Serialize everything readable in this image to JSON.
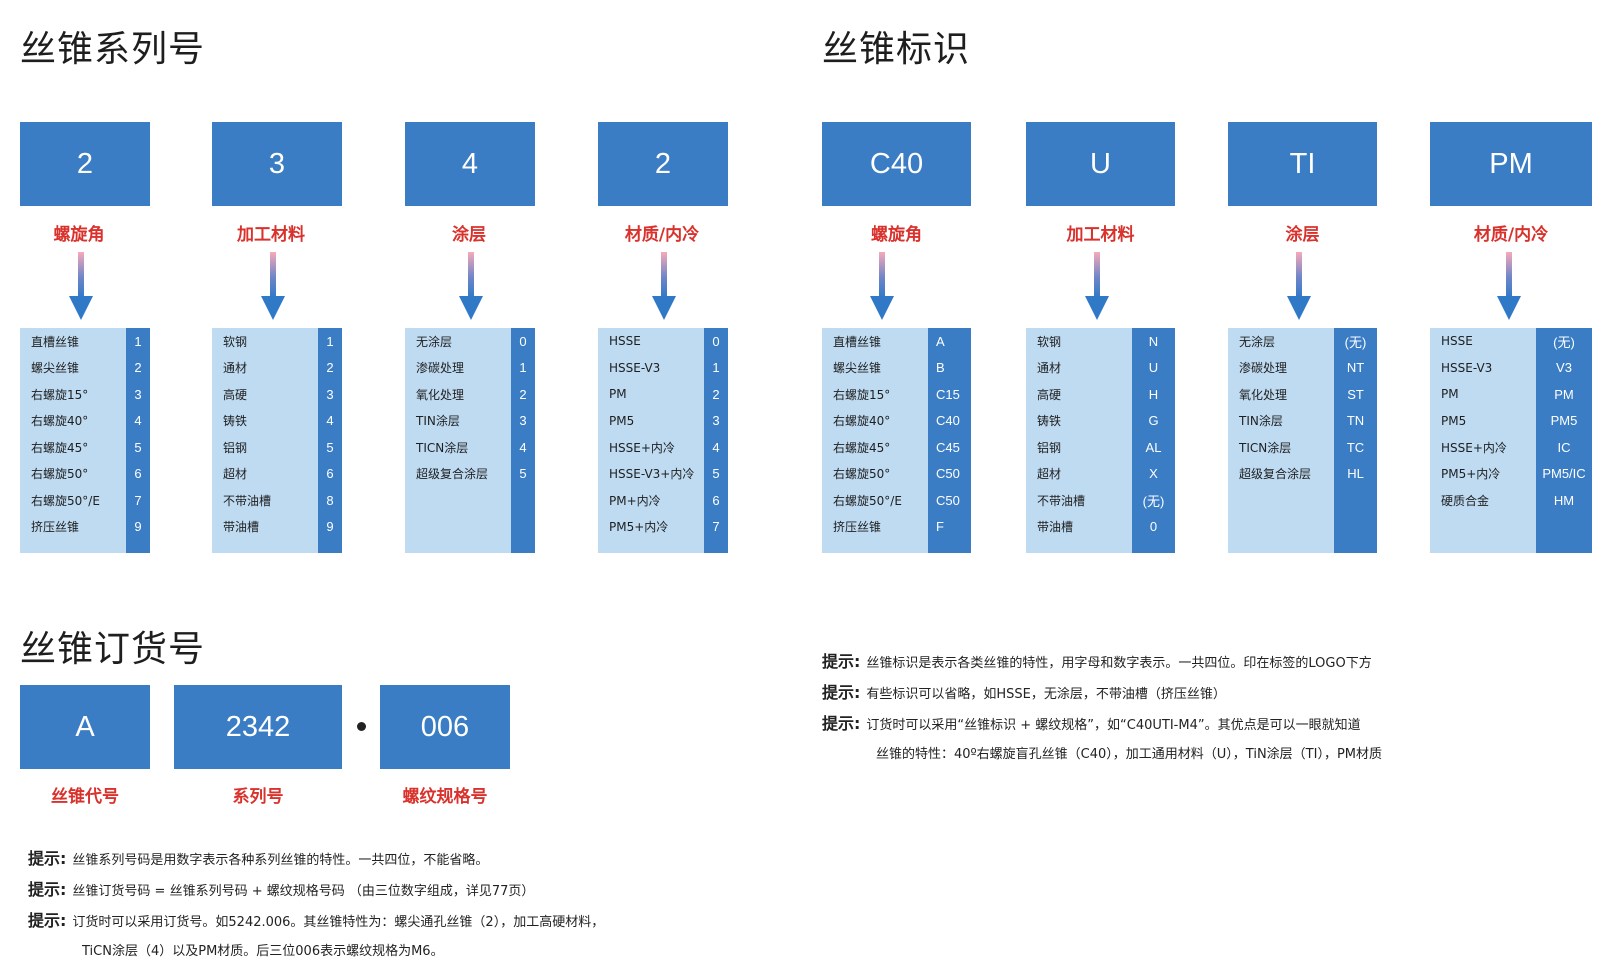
{
  "series": {
    "title": "丝锥系列号",
    "columns": [
      {
        "code": "2",
        "caption": "螺旋角",
        "rows": [
          {
            "label": "直槽丝锥",
            "code": "1"
          },
          {
            "label": "螺尖丝锥",
            "code": "2"
          },
          {
            "label": "右螺旋15°",
            "code": "3"
          },
          {
            "label": "右螺旋40°",
            "code": "4"
          },
          {
            "label": "右螺旋45°",
            "code": "5"
          },
          {
            "label": "右螺旋50°",
            "code": "6"
          },
          {
            "label": "右螺旋50°/E",
            "code": "7"
          },
          {
            "label": "挤压丝锥",
            "code": "9"
          }
        ]
      },
      {
        "code": "3",
        "caption": "加工材料",
        "rows": [
          {
            "label": "软钢",
            "code": "1"
          },
          {
            "label": "通材",
            "code": "2"
          },
          {
            "label": "高硬",
            "code": "3"
          },
          {
            "label": "铸铁",
            "code": "4"
          },
          {
            "label": "铝钢",
            "code": "5"
          },
          {
            "label": "超材",
            "code": "6"
          },
          {
            "label": "不带油槽",
            "code": "8"
          },
          {
            "label": "带油槽",
            "code": "9"
          }
        ]
      },
      {
        "code": "4",
        "caption": "涂层",
        "rows": [
          {
            "label": "无涂层",
            "code": "0"
          },
          {
            "label": "渗碳处理",
            "code": "1"
          },
          {
            "label": "氧化处理",
            "code": "2"
          },
          {
            "label": "TIN涂层",
            "code": "3"
          },
          {
            "label": "TICN涂层",
            "code": "4"
          },
          {
            "label": "超级复合涂层",
            "code": "5"
          }
        ]
      },
      {
        "code": "2",
        "caption": "材质/内冷",
        "rows": [
          {
            "label": "HSSE",
            "code": "0"
          },
          {
            "label": "HSSE-V3",
            "code": "1"
          },
          {
            "label": "PM",
            "code": "2"
          },
          {
            "label": "PM5",
            "code": "3"
          },
          {
            "label": "HSSE+内冷",
            "code": "4"
          },
          {
            "label": "HSSE-V3+内冷",
            "code": "5"
          },
          {
            "label": "PM+内冷",
            "code": "6"
          },
          {
            "label": "PM5+内冷",
            "code": "7"
          }
        ]
      }
    ]
  },
  "marking": {
    "title": "丝锥标识",
    "columns": [
      {
        "code": "C40",
        "caption": "螺旋角",
        "rows": [
          {
            "label": "直槽丝锥",
            "code": "A"
          },
          {
            "label": "螺尖丝锥",
            "code": "B"
          },
          {
            "label": "右螺旋15°",
            "code": "C15"
          },
          {
            "label": "右螺旋40°",
            "code": "C40"
          },
          {
            "label": "右螺旋45°",
            "code": "C45"
          },
          {
            "label": "右螺旋50°",
            "code": "C50"
          },
          {
            "label": "右螺旋50°/E",
            "code": "C50"
          },
          {
            "label": "挤压丝锥",
            "code": "F"
          }
        ]
      },
      {
        "code": "U",
        "caption": "加工材料",
        "rows": [
          {
            "label": "软钢",
            "code": "N"
          },
          {
            "label": "通材",
            "code": "U"
          },
          {
            "label": "高硬",
            "code": "H"
          },
          {
            "label": "铸铁",
            "code": "G"
          },
          {
            "label": "铝钢",
            "code": "AL"
          },
          {
            "label": "超材",
            "code": "X"
          },
          {
            "label": "不带油槽",
            "code": "(无)"
          },
          {
            "label": "带油槽",
            "code": "0"
          }
        ]
      },
      {
        "code": "TI",
        "caption": "涂层",
        "rows": [
          {
            "label": "无涂层",
            "code": "(无)"
          },
          {
            "label": "渗碳处理",
            "code": "NT"
          },
          {
            "label": "氧化处理",
            "code": "ST"
          },
          {
            "label": "TIN涂层",
            "code": "TN"
          },
          {
            "label": "TICN涂层",
            "code": "TC"
          },
          {
            "label": "超级复合涂层",
            "code": "HL"
          }
        ]
      },
      {
        "code": "PM",
        "caption": "材质/内冷",
        "rows": [
          {
            "label": "HSSE",
            "code": "(无)"
          },
          {
            "label": "HSSE-V3",
            "code": "V3"
          },
          {
            "label": "PM",
            "code": "PM"
          },
          {
            "label": "PM5",
            "code": "PM5"
          },
          {
            "label": "HSSE+内冷",
            "code": "IC"
          },
          {
            "label": "PM5+内冷",
            "code": "PM5/IC"
          },
          {
            "label": "硬质合金",
            "code": "HM"
          }
        ]
      }
    ]
  },
  "order": {
    "title": "丝锥订货号",
    "boxes": [
      {
        "code": "A",
        "caption": "丝锥代号"
      },
      {
        "code": "2342",
        "caption": "系列号"
      },
      {
        "code": "006",
        "caption": "螺纹规格号"
      }
    ]
  },
  "tips_left": {
    "key": "提示:",
    "t1": "丝锥系列号码是用数字表示各种系列丝锥的特性。一共四位，不能省略。",
    "t2": "丝锥订货号码 =  丝锥系列号码 + 螺纹规格号码 （由三位数字组成，详见77页）",
    "t3": "订货时可以采用订货号。如5242.006。其丝锥特性为：螺尖通孔丝锥（2），加工高硬材料，",
    "t3b": "TiCN涂层（4）以及PM材质。后三位006表示螺纹规格为M6。"
  },
  "tips_right": {
    "key": "提示:",
    "t1": "丝锥标识是表示各类丝锥的特性，用字母和数字表示。一共四位。印在标签的LOGO下方",
    "t2": "有些标识可以省略，如HSSE，无涂层，不带油槽（挤压丝锥）",
    "t3": "订货时可以采用“丝锥标识 + 螺纹规格”，如“C40UTI-M4”。其优点是可以一眼就知道",
    "t3b": "丝锥的特性：40º右螺旋盲孔丝锥（C40），加工通用材料（U），TiN涂层（TI），PM材质"
  },
  "colors": {
    "accent": "#3a7dc4",
    "light": "#bedbf2",
    "caption": "#d9322c"
  }
}
